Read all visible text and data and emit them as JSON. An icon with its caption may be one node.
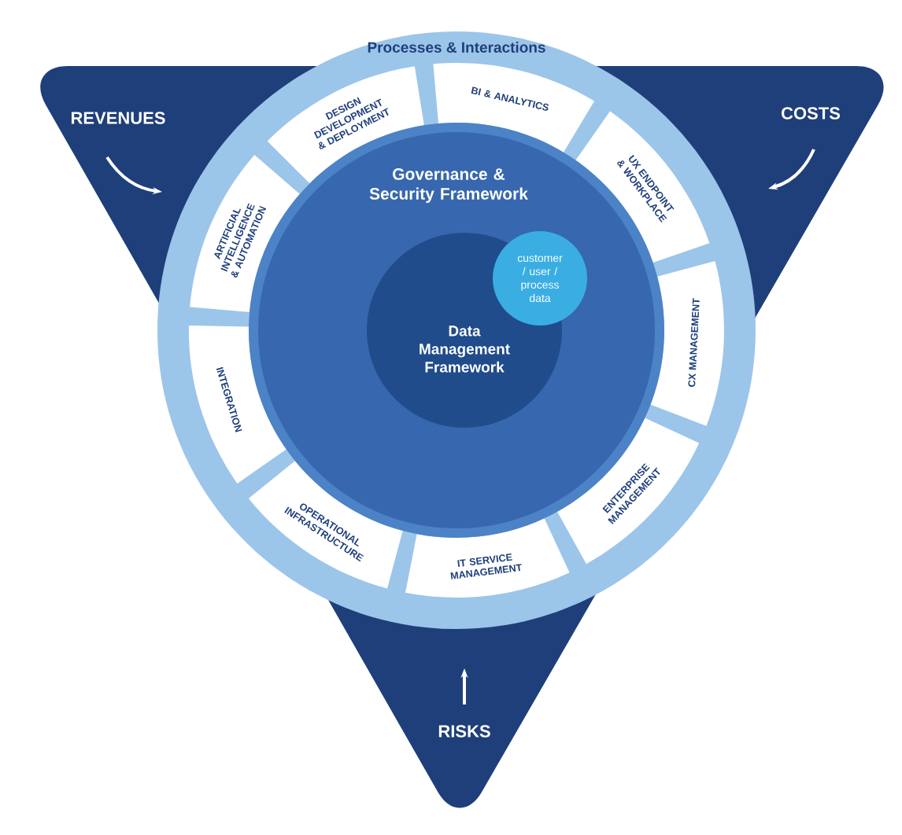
{
  "diagram": {
    "nodes": [
      {
        "text": [
          "REVENUES",
          "COSTS",
          "RISKS"
        ]
      },
      {
        "text": [
          "Processes & Interactions"
        ]
      },
      {
        "text": [
          "DESIGN DEVELOPMENT & DEPLOYMENT"
        ],
        "in": 1
      },
      {
        "text": [
          "BI & ANALYTICS"
        ],
        "in": 1
      },
      {
        "text": [
          "UX ENDPOINT & WORKPLACE"
        ],
        "in": 1
      },
      {
        "text": [
          "CX MANAGEMENT"
        ],
        "in": 1
      },
      {
        "text": [
          "ENTERPRISE MANAGEMENT"
        ],
        "in": 1
      },
      {
        "text": [
          "IT SERVICE MANAGEMENT"
        ],
        "in": 1
      },
      {
        "text": [
          "OPERATIONAL INFRASTRUCTURE"
        ],
        "in": 1
      },
      {
        "text": [
          "INTEGRATION"
        ],
        "in": 1
      },
      {
        "text": [
          "ARTIFICIAL INTELLIGENCE & AUTOMATION"
        ],
        "in": 1
      },
      {
        "text": [
          "Governance & Security Framework"
        ],
        "in": 1
      },
      {
        "text": [
          "Data Management Framework"
        ],
        "in": 11
      },
      {
        "text": [
          "customer / user / process data"
        ],
        "in": 11
      }
    ]
  }
}
